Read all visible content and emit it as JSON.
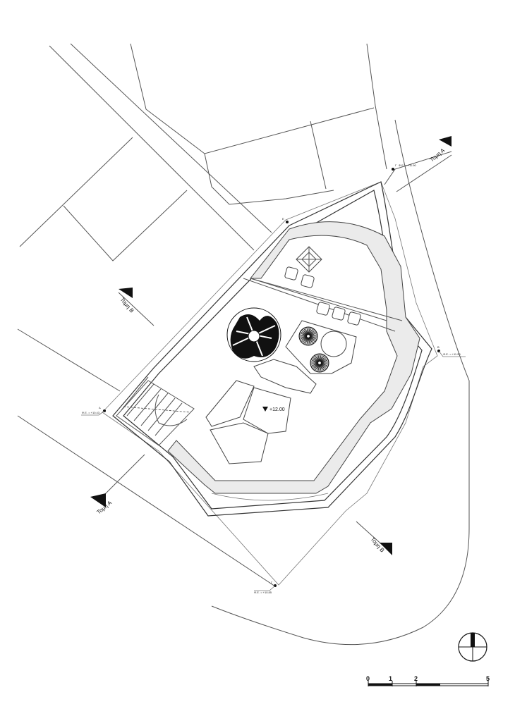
{
  "sections": {
    "a_top": "Τομη Α",
    "a_bottom": "Τομη Α",
    "b_left": "Τομη Β",
    "b_right": "Τομη Β"
  },
  "level_label": "+12.00",
  "points": {
    "p1": {
      "letter": "Γ",
      "text": "Φ.Ε. = +11.90"
    },
    "p2": {
      "letter": "Β",
      "text": "Φ.Ε. = +11.90"
    },
    "p3": {
      "letter": "Δ",
      "text": "Φ.Ε. = +10.43"
    },
    "p4": {
      "letter": "Γ",
      "text": "Φ.Ε. = +10.85"
    }
  },
  "scale_bar": {
    "labels": [
      "0",
      "1",
      "2",
      "5"
    ]
  },
  "colors": {
    "line": "#555555",
    "bench_fill": "#ebebeb",
    "ink": "#111111"
  }
}
